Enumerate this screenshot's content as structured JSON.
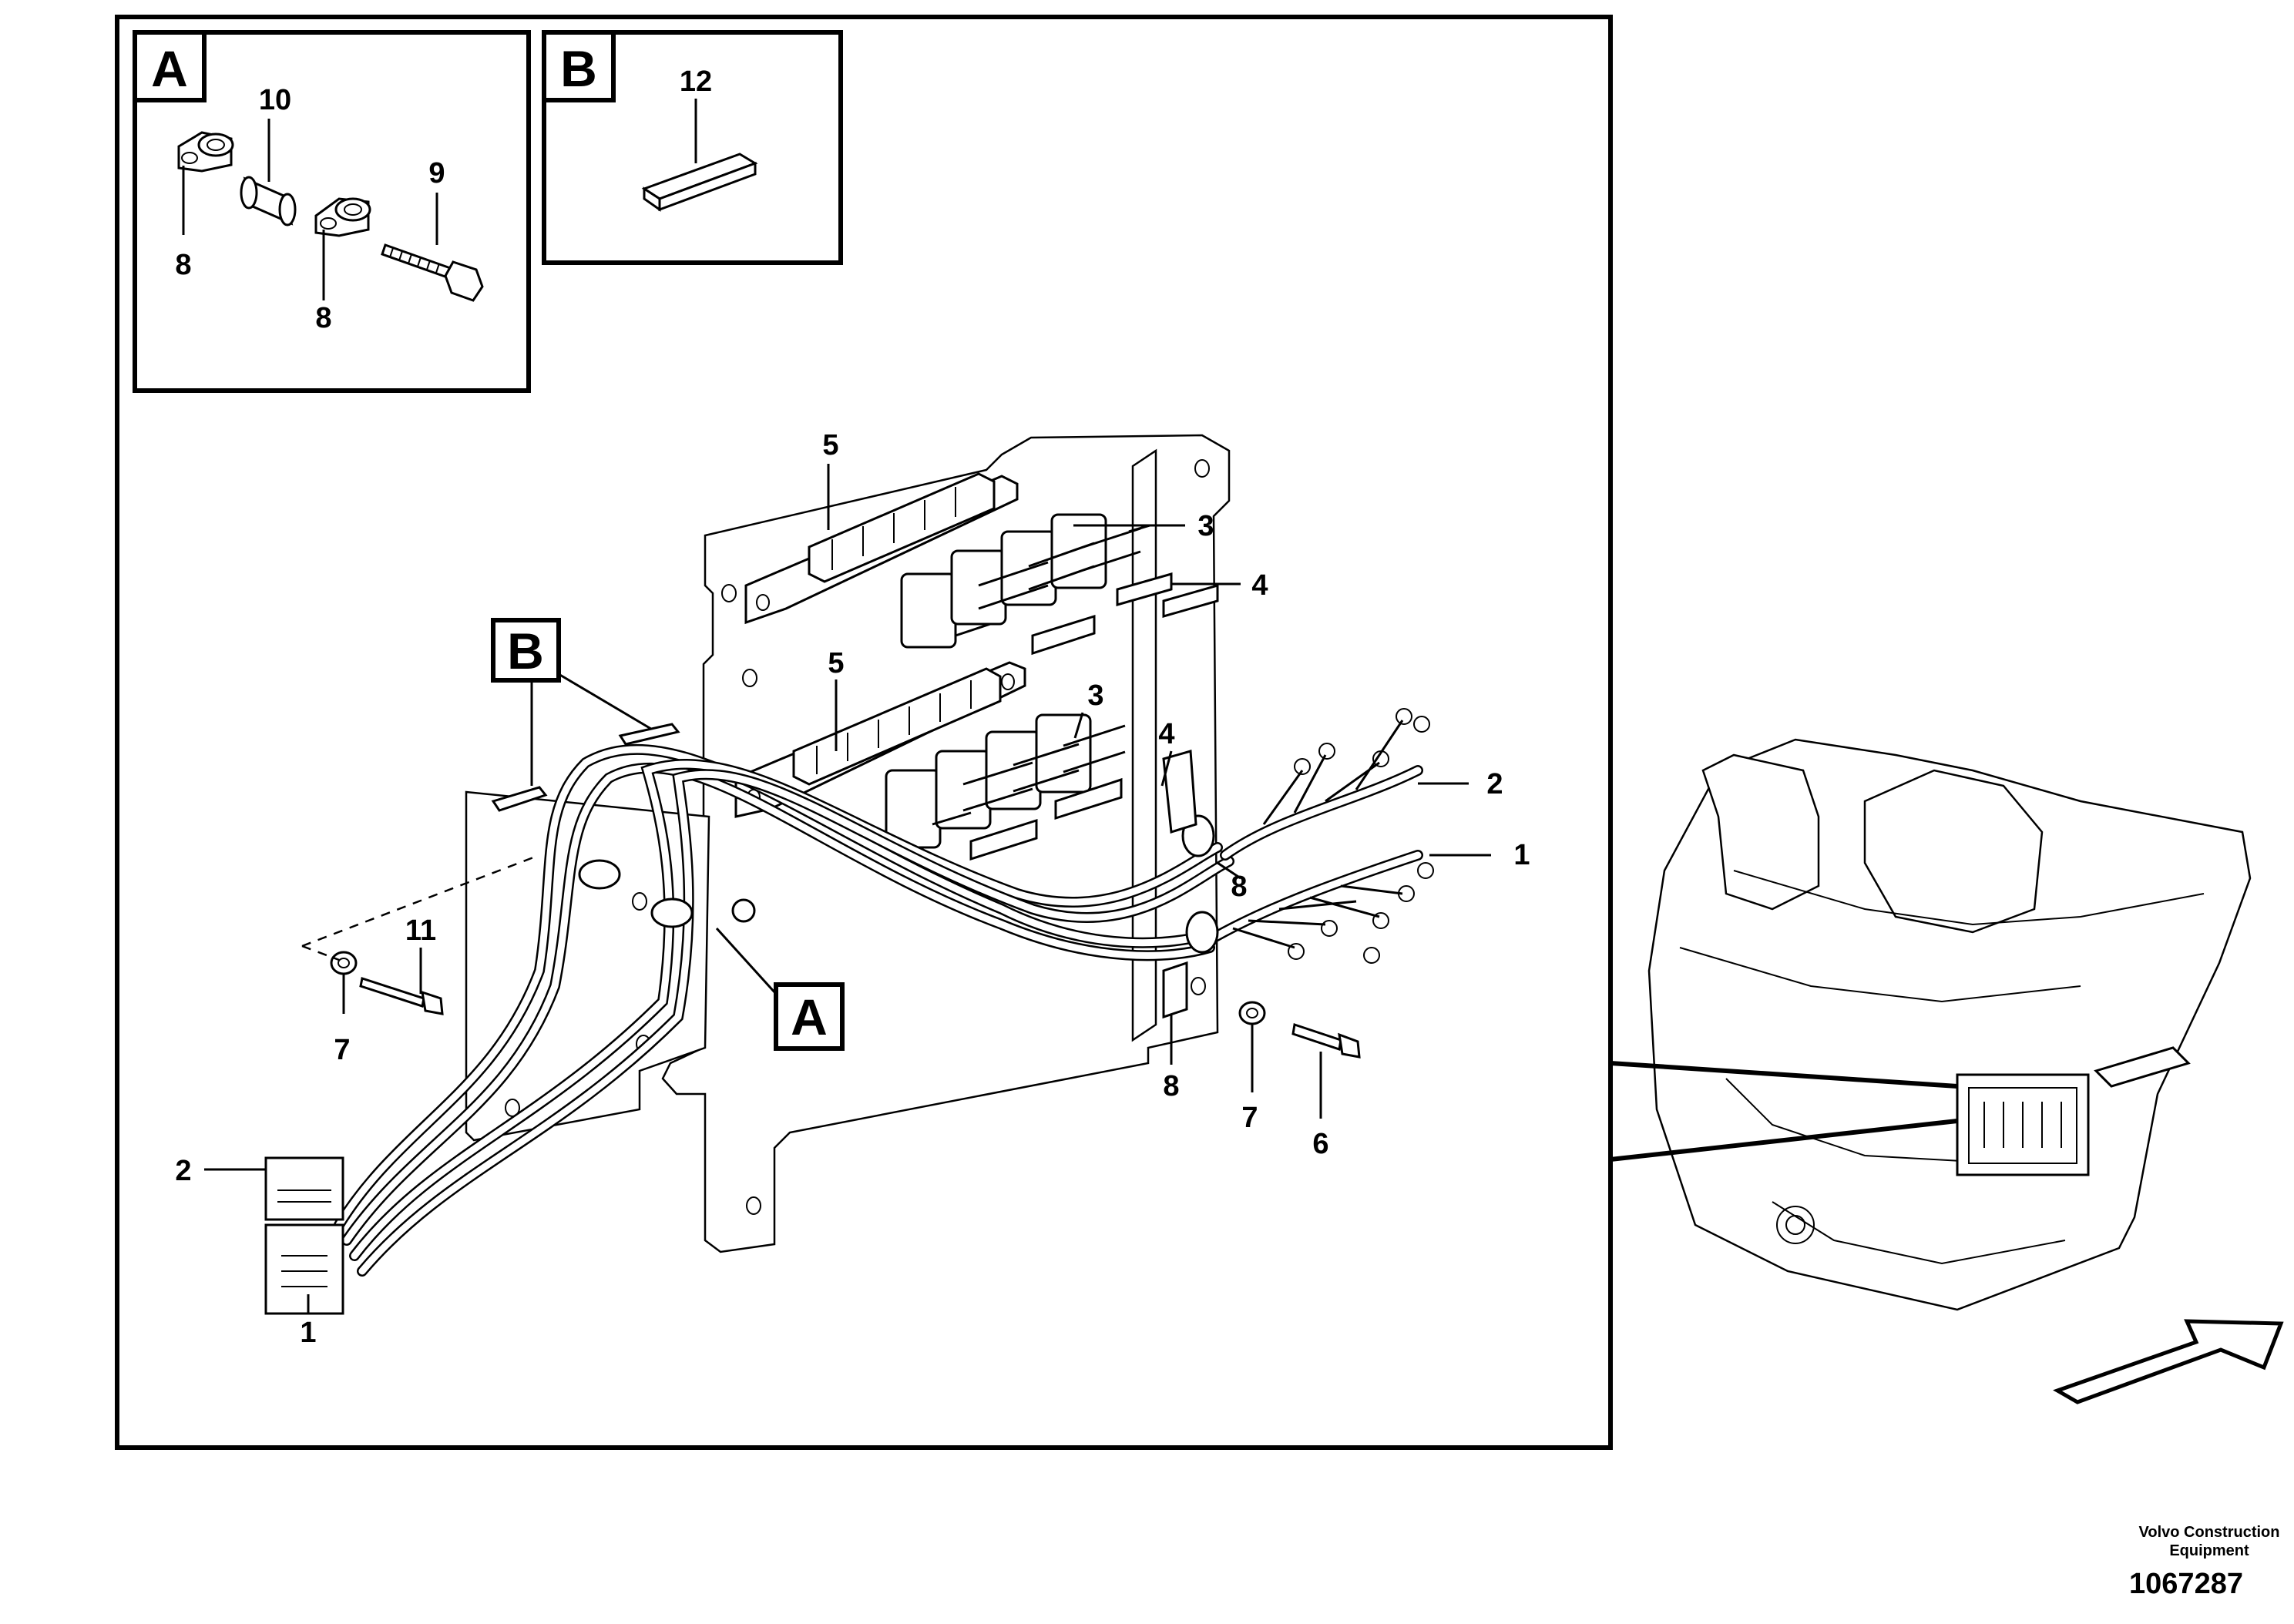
{
  "inset_a": {
    "letter": "A",
    "callouts": {
      "bracket_left": "8",
      "spacer": "10",
      "bolt": "9",
      "bracket_right": "8"
    }
  },
  "inset_b": {
    "letter": "B",
    "callouts": {
      "channel": "12"
    }
  },
  "main": {
    "callouts": {
      "busbar_top": "5",
      "breaker_top": "3",
      "strip_top": "4",
      "busbar_mid": "5",
      "breaker_mid": "3",
      "strip_mid": "4",
      "harness_2_right": "2",
      "harness_1_right": "1",
      "clamp_8_mid": "8",
      "clamp_8_low": "8",
      "washer_7_right": "7",
      "screw_6": "6",
      "washer_7_left": "7",
      "screw_11": "11",
      "connector_2": "2",
      "connector_1": "1"
    },
    "view_markers": {
      "b": "B",
      "a": "A"
    }
  },
  "footer": {
    "company_line1": "Volvo Construction",
    "company_line2": "Equipment",
    "drawing_number": "1067287"
  }
}
